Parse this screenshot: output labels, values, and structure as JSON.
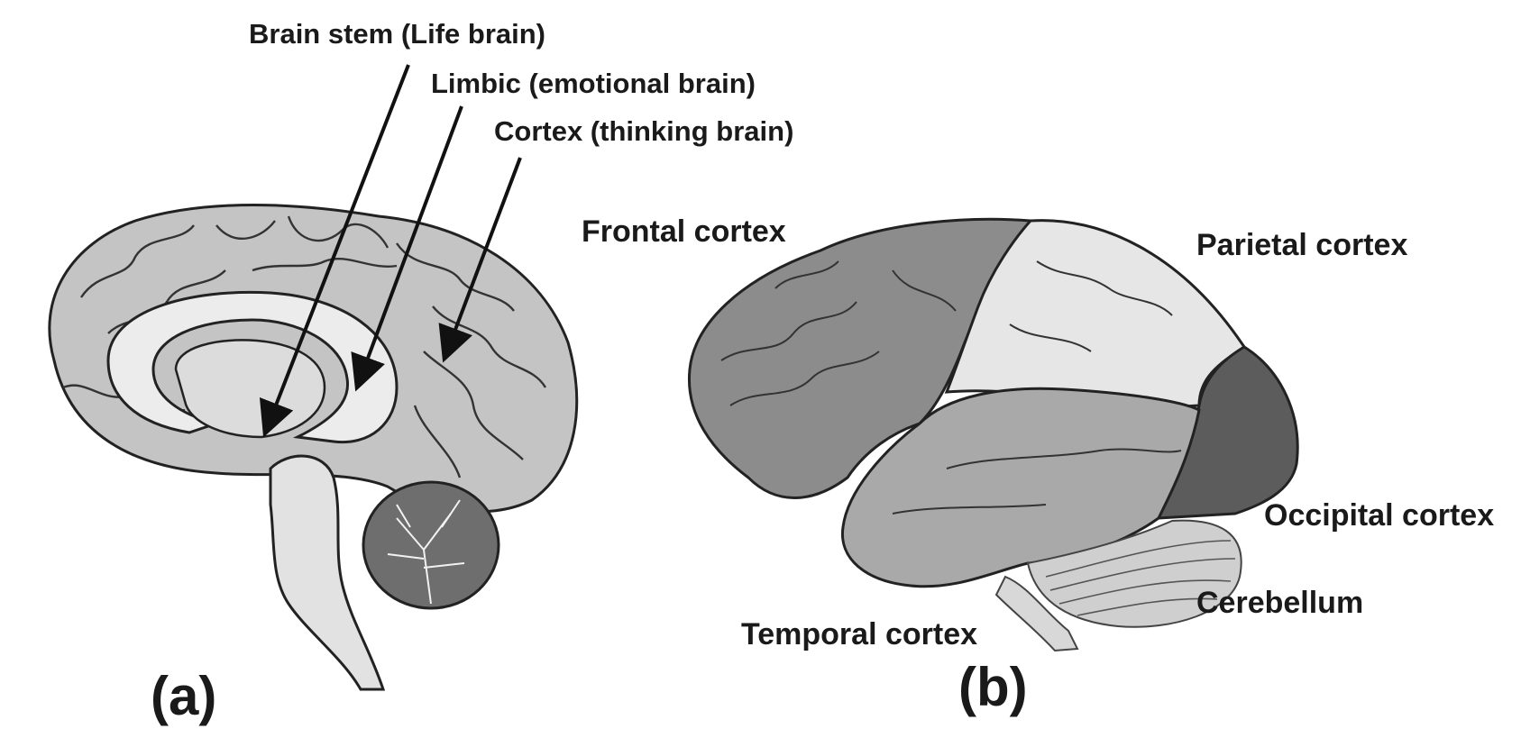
{
  "panel_a": {
    "annotations": {
      "brain_stem": "Brain stem (Life brain)",
      "limbic": "Limbic (emotional brain)",
      "cortex": "Cortex (thinking brain)"
    },
    "panel_label": "(a)"
  },
  "panel_b": {
    "labels": {
      "frontal": "Frontal cortex",
      "parietal": "Parietal cortex",
      "occipital": "Occipital cortex",
      "cerebellum": "Cerebellum",
      "temporal": "Temporal cortex"
    },
    "panel_label": "(b)"
  },
  "colors": {
    "cortex_fill": "#c4c4c4",
    "limbic_fill": "#ececec",
    "frontal_fill": "#8c8c8c",
    "parietal_fill": "#e6e6e6",
    "temporal_fill": "#a9a9a9",
    "occipital_fill": "#5c5c5c",
    "cerebellum_fill": "#cfcfcf"
  }
}
